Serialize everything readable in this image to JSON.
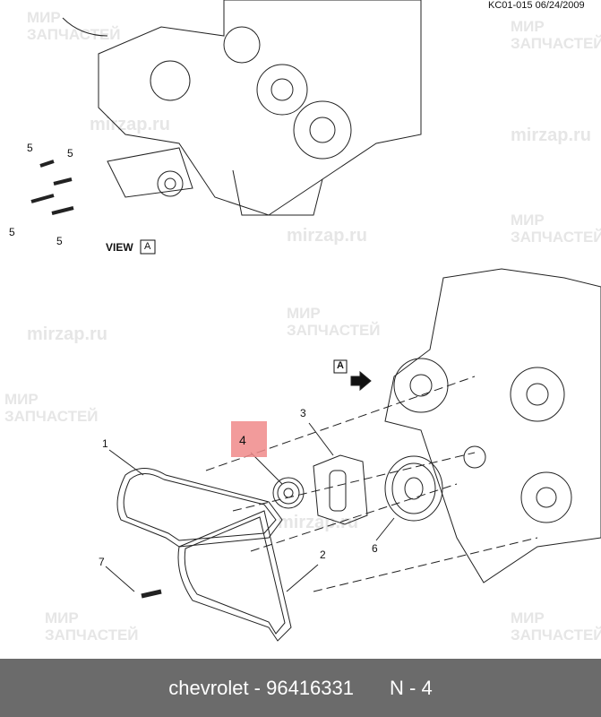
{
  "header": {
    "code": "KC01-015 06/24/2009"
  },
  "watermark": {
    "line1": "МИР",
    "line2": "ЗАПЧАСТЕЙ",
    "url": "mirzap.ru"
  },
  "view_label": {
    "text": "VIEW",
    "letter": "A"
  },
  "arrow_label": "A",
  "callouts": {
    "c1": "1",
    "c2": "2",
    "c3": "3",
    "c4": "4",
    "c5": "5",
    "c6": "6",
    "c7": "7"
  },
  "highlight_color": "#f08a8a",
  "footer": {
    "part": "chevrolet - 96416331",
    "ref": "N - 4"
  }
}
